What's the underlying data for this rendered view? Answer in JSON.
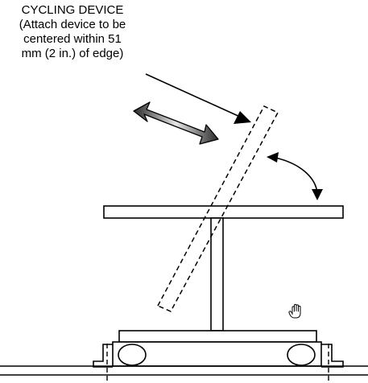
{
  "label": {
    "title": "CYCLING DEVICE",
    "lines": [
      "(Attach device to be",
      "centered within 51",
      "mm (2 in.) of edge)"
    ]
  },
  "colors": {
    "ink": "#000000",
    "paper": "#ffffff",
    "arrow_gradient_dark": "#2a2a2a",
    "arrow_gradient_light": "#e6e6e6"
  },
  "icons": {
    "cursor": "hand-cursor-icon"
  }
}
